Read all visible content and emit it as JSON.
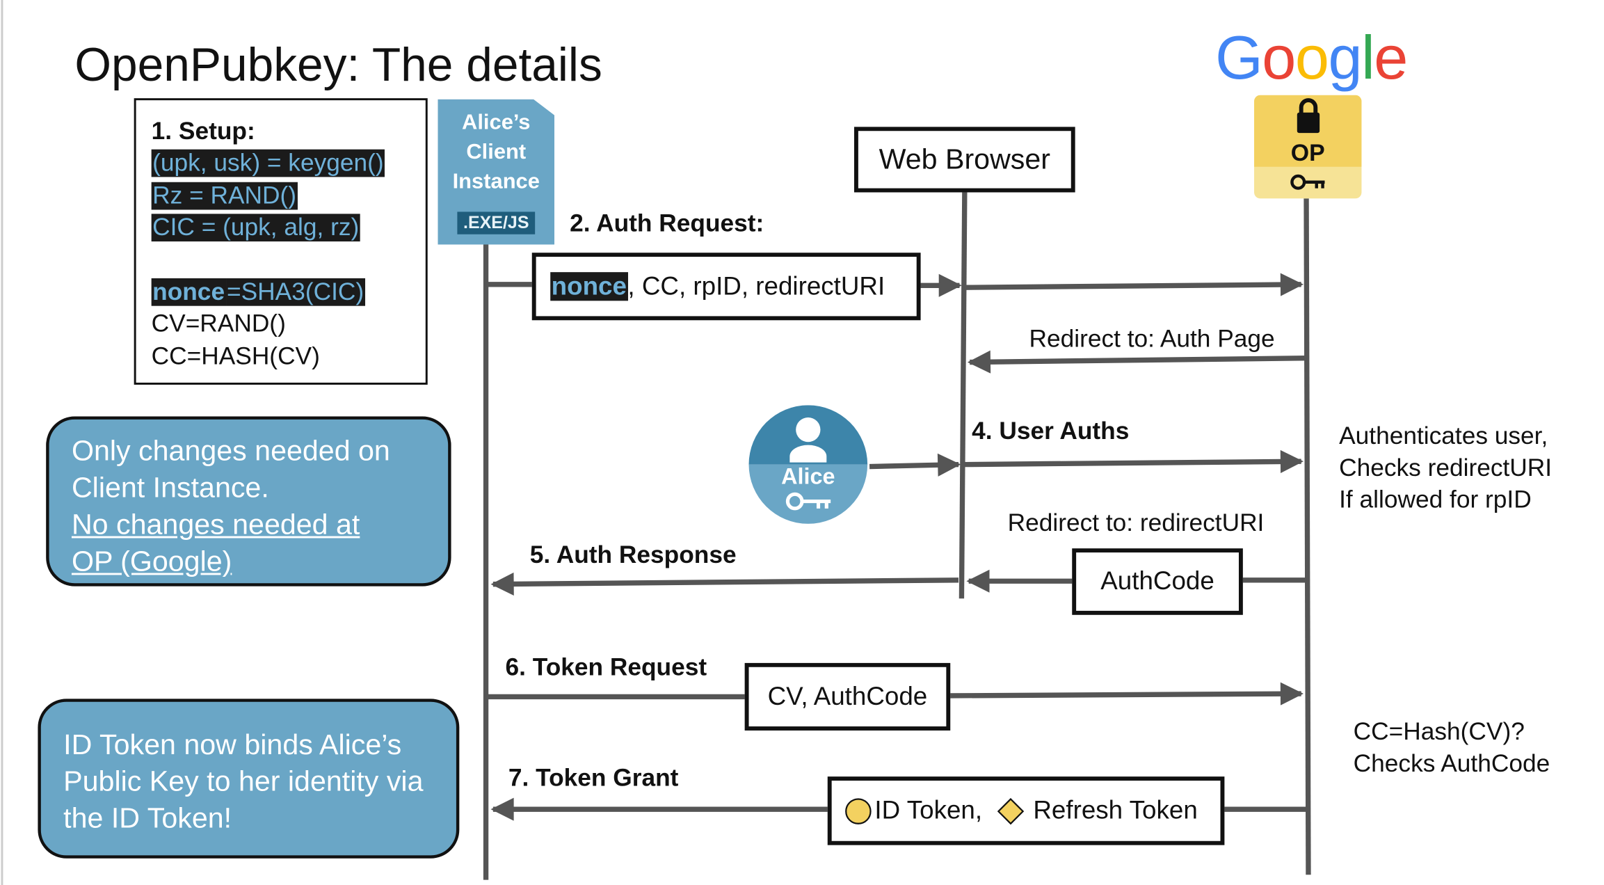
{
  "title": "OpenPubkey: The details",
  "logo_text": "Google",
  "setup": {
    "heading": "1. Setup:",
    "line1": "(upk, usk) = keygen()",
    "line2": "Rz = RAND()",
    "line3": "CIC = (upk, alg, rz)",
    "nonce_key": "nonce",
    "nonce_value": "=SHA3(CIC)",
    "line5": "CV=RAND()",
    "line6": "CC=HASH(CV)"
  },
  "client": {
    "label": "Alice’s Client Instance",
    "badge": ".EXE/JS"
  },
  "browser": {
    "label": "Web Browser"
  },
  "op": {
    "label": "OP",
    "icons": [
      "lock-icon",
      "key-icon"
    ]
  },
  "alice": {
    "label": "Alice",
    "icons": [
      "user-icon",
      "key-icon"
    ]
  },
  "steps": {
    "auth_request": "2. Auth Request:",
    "auth_request_nonce": "nonce",
    "auth_request_rest": ", CC, rpID, redirectURI",
    "redirect_auth_page": "Redirect to: Auth Page",
    "user_auths": "4. User Auths",
    "redirect_uri": "Redirect to: redirectURI",
    "auth_code": "AuthCode",
    "auth_response": "5. Auth Response",
    "token_request": "6. Token Request",
    "token_request_box": "CV, AuthCode",
    "token_grant": "7. Token Grant",
    "id_token": "ID Token,",
    "refresh_token": "Refresh Token"
  },
  "op_notes": {
    "auth": [
      "Authenticates user,",
      "Checks redirectURI",
      "If allowed for rpID"
    ],
    "token": [
      "CC=Hash(CV)?",
      "Checks AuthCode"
    ]
  },
  "callouts": {
    "client_changes": "Only changes needed on Client Instance.",
    "op_changes_line1": "No changes needed at",
    "op_changes_line2": "OP (Google)",
    "id_token_note": "ID Token now binds Alice’s Public Key to her identity via the ID Token!"
  },
  "colors": {
    "accent_blue": "#6aa6c6",
    "dark_blue": "#1f5d7c",
    "op_yellow": "#f3d160",
    "line_gray": "#555555"
  }
}
